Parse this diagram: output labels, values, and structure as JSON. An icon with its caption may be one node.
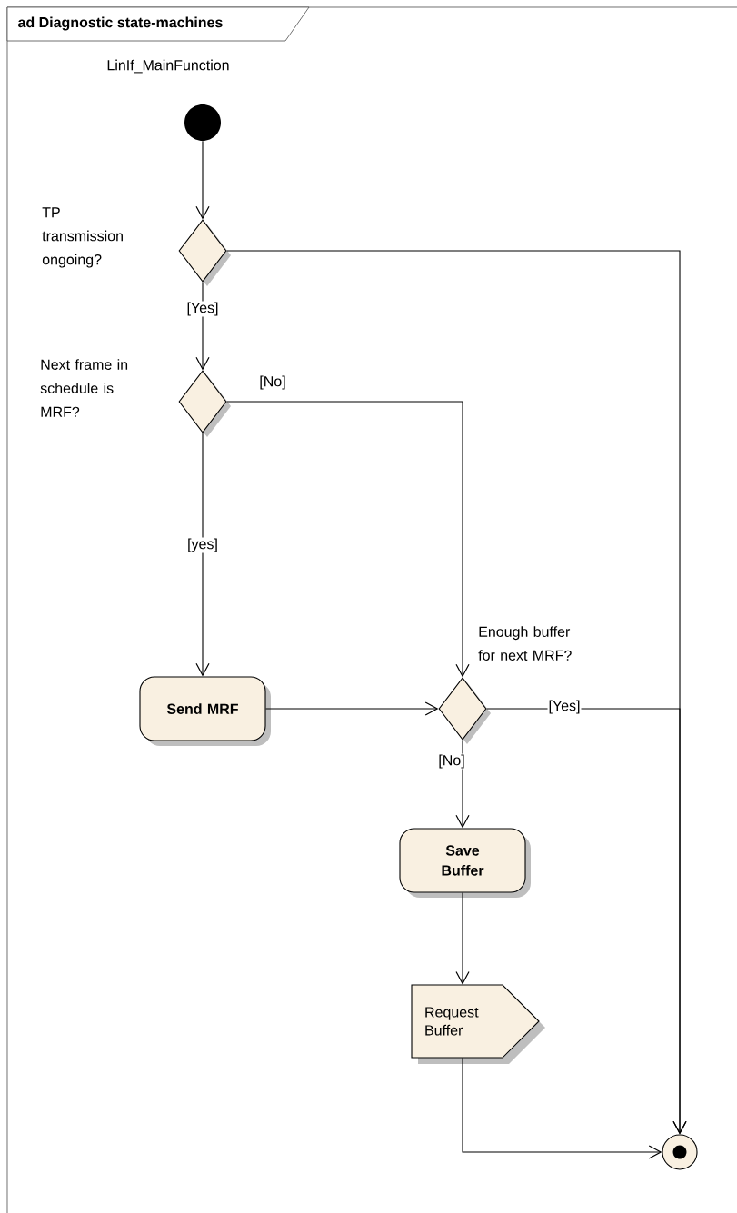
{
  "diagram": {
    "title": "ad Diagnostic state-machines",
    "nodes": [
      {
        "text": [],
        "shape": "circle"
      },
      {
        "text": [],
        "shape": "diamond",
        "beside": [
          "TP transmission ongoing?"
        ]
      },
      {
        "text": [],
        "shape": "diamond",
        "beside": [
          "Next frame in schedule is MRF?"
        ]
      },
      {
        "text": [
          "Send MRF"
        ]
      },
      {
        "text": [],
        "shape": "diamond",
        "beside": [
          "Enough buffer for next MRF?"
        ]
      },
      {
        "text": [
          "Save Buffer"
        ]
      },
      {
        "text": [
          "Request Buffer"
        ]
      },
      {
        "text": [],
        "shape": "circle"
      }
    ],
    "edges": [
      {
        "from": 0,
        "to": 1,
        "arrow": "to"
      },
      {
        "from": 1,
        "to": 2,
        "arrow": "to",
        "label": "[Yes]"
      },
      {
        "from": 1,
        "to": 7,
        "arrow": "to"
      },
      {
        "from": 2,
        "to": 4,
        "arrow": "to",
        "label": "[No]"
      },
      {
        "from": 2,
        "to": 3,
        "arrow": "to",
        "label": "[yes]"
      },
      {
        "from": 3,
        "to": 4,
        "arrow": "to"
      },
      {
        "from": 4,
        "to": 7,
        "arrow": "to",
        "label": "[Yes]"
      },
      {
        "from": 4,
        "to": 5,
        "arrow": "to",
        "label": "[No]"
      },
      {
        "from": 5,
        "to": 6,
        "arrow": "to"
      },
      {
        "from": 6,
        "to": 7,
        "arrow": "to"
      }
    ],
    "labels": [
      "LinIf_MainFunction"
    ]
  }
}
